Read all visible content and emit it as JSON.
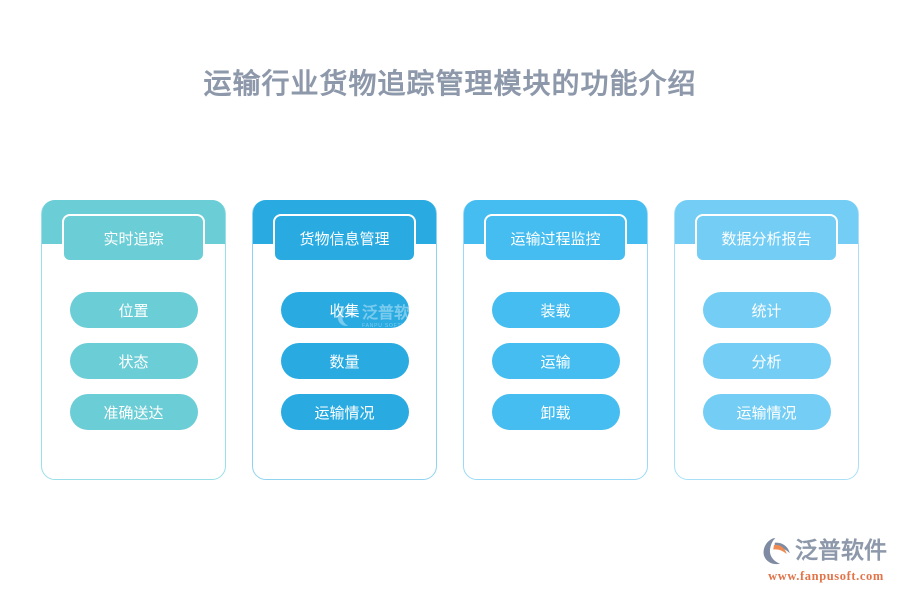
{
  "page": {
    "title": "运输行业货物追踪管理模块的功能介绍",
    "background_color": "#ffffff",
    "title_color": "#8d98aa"
  },
  "columns": [
    {
      "id": "realtime-tracking",
      "header": "实时追踪",
      "color": "#6bcdd6",
      "border_color": "#9adfe8",
      "items": [
        {
          "label": "位置"
        },
        {
          "label": "状态"
        },
        {
          "label": "准确送达"
        }
      ]
    },
    {
      "id": "cargo-info-management",
      "header": "货物信息管理",
      "color": "#29abe2",
      "border_color": "#8fd3f0",
      "items": [
        {
          "label": "收集"
        },
        {
          "label": "数量"
        },
        {
          "label": "运输情况"
        }
      ]
    },
    {
      "id": "transport-process-monitoring",
      "header": "运输过程监控",
      "color": "#45bdf0",
      "border_color": "#9bdaf6",
      "items": [
        {
          "label": "装载"
        },
        {
          "label": "运输"
        },
        {
          "label": "卸载"
        }
      ]
    },
    {
      "id": "data-analysis-report",
      "header": "数据分析报告",
      "color": "#74cdf4",
      "border_color": "#a9e0f8",
      "items": [
        {
          "label": "统计"
        },
        {
          "label": "分析"
        },
        {
          "label": "运输情况"
        }
      ]
    }
  ],
  "watermark": {
    "text": "泛普软件",
    "subtext": "FANPU SOFTWARE"
  },
  "brand": {
    "name": "泛普软件",
    "url": "www.fanpusoft.com",
    "name_color": "#8d98aa",
    "url_color": "#e2744a",
    "mark_color": "#7e8ba3",
    "mark_accent_color": "#ef8b52"
  }
}
